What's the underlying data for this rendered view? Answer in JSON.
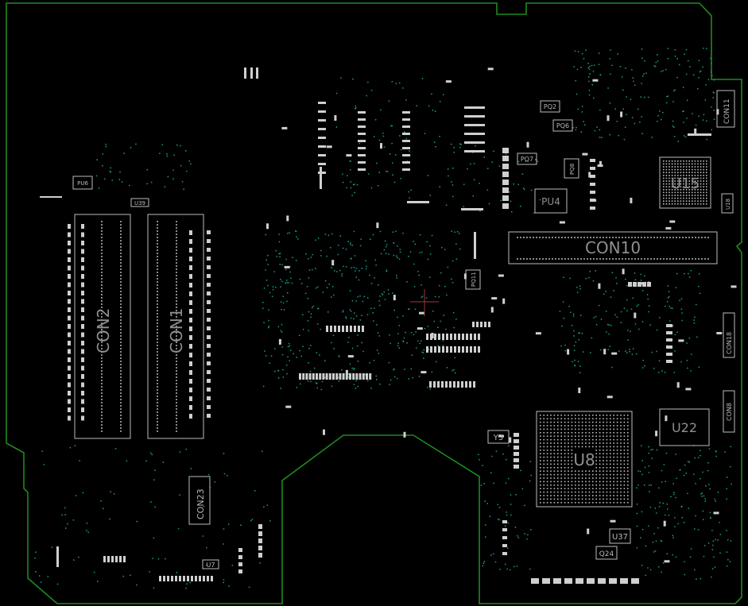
{
  "colors": {
    "board_edge": "#1f8a1f",
    "silk": "#bdbdbd",
    "label": "#8f8f8f",
    "via": "#1f9c8c",
    "background": "#000000"
  },
  "labels": {
    "con1": "CON1",
    "con2": "CON2",
    "con10": "CON10",
    "con11": "CON11",
    "con18": "CON18",
    "con8": "CON8",
    "con23": "CON23",
    "u8": "U8",
    "u15": "U15",
    "u22": "U22",
    "u37": "U37",
    "u39": "U39",
    "u18": "U18",
    "u7": "U7",
    "pu4": "PU4",
    "pq2": "PQ2",
    "pq6": "PQ6",
    "pq7": "PQ7",
    "pq8": "PQ8",
    "pq11": "PQ11",
    "pu6": "PU6",
    "q24": "Q24",
    "y3": "Y3"
  }
}
